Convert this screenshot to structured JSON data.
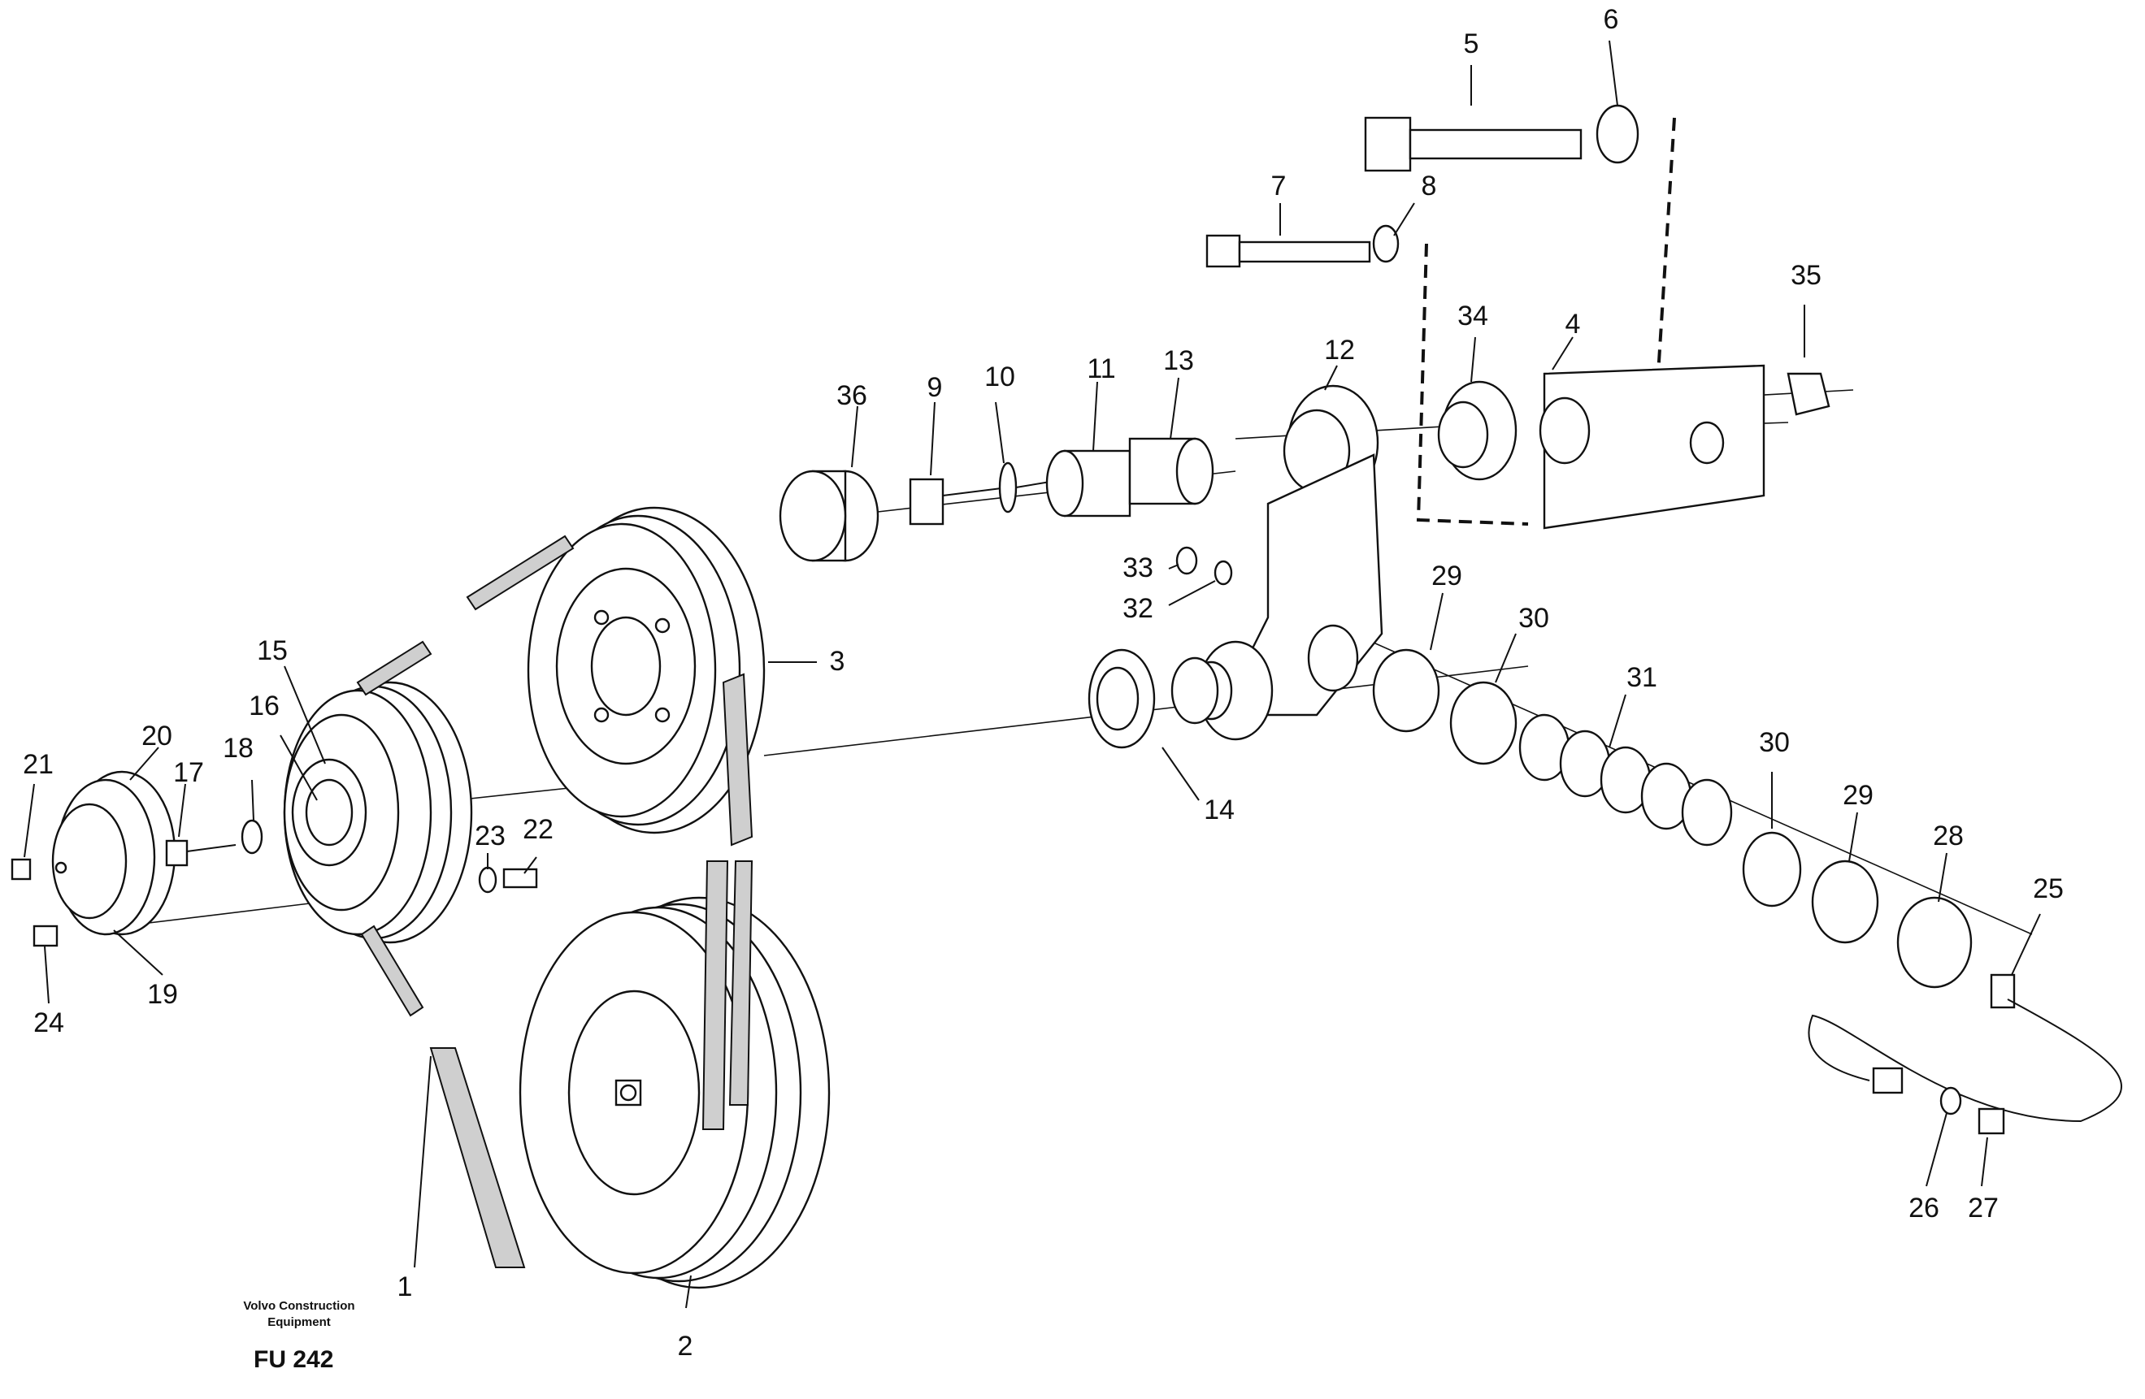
{
  "caption": {
    "brand_line1": "Volvo Construction",
    "brand_line2": "Equipment",
    "code": "FU 242"
  },
  "callouts": [
    {
      "id": "1",
      "label": "1"
    },
    {
      "id": "2",
      "label": "2"
    },
    {
      "id": "3",
      "label": "3"
    },
    {
      "id": "4",
      "label": "4"
    },
    {
      "id": "5",
      "label": "5"
    },
    {
      "id": "6",
      "label": "6"
    },
    {
      "id": "7",
      "label": "7"
    },
    {
      "id": "8",
      "label": "8"
    },
    {
      "id": "9",
      "label": "9"
    },
    {
      "id": "10",
      "label": "10"
    },
    {
      "id": "11",
      "label": "11"
    },
    {
      "id": "12",
      "label": "12"
    },
    {
      "id": "13",
      "label": "13"
    },
    {
      "id": "14",
      "label": "14"
    },
    {
      "id": "15",
      "label": "15"
    },
    {
      "id": "16",
      "label": "16"
    },
    {
      "id": "17",
      "label": "17"
    },
    {
      "id": "18",
      "label": "18"
    },
    {
      "id": "19",
      "label": "19"
    },
    {
      "id": "20",
      "label": "20"
    },
    {
      "id": "21",
      "label": "21"
    },
    {
      "id": "22",
      "label": "22"
    },
    {
      "id": "23",
      "label": "23"
    },
    {
      "id": "24",
      "label": "24"
    },
    {
      "id": "25",
      "label": "25"
    },
    {
      "id": "26",
      "label": "26"
    },
    {
      "id": "27",
      "label": "27"
    },
    {
      "id": "28",
      "label": "28"
    },
    {
      "id": "29a",
      "label": "29"
    },
    {
      "id": "29b",
      "label": "29"
    },
    {
      "id": "30a",
      "label": "30"
    },
    {
      "id": "30b",
      "label": "30"
    },
    {
      "id": "31",
      "label": "31"
    },
    {
      "id": "32",
      "label": "32"
    },
    {
      "id": "33",
      "label": "33"
    },
    {
      "id": "34",
      "label": "34"
    },
    {
      "id": "35",
      "label": "35"
    },
    {
      "id": "36",
      "label": "36"
    }
  ]
}
